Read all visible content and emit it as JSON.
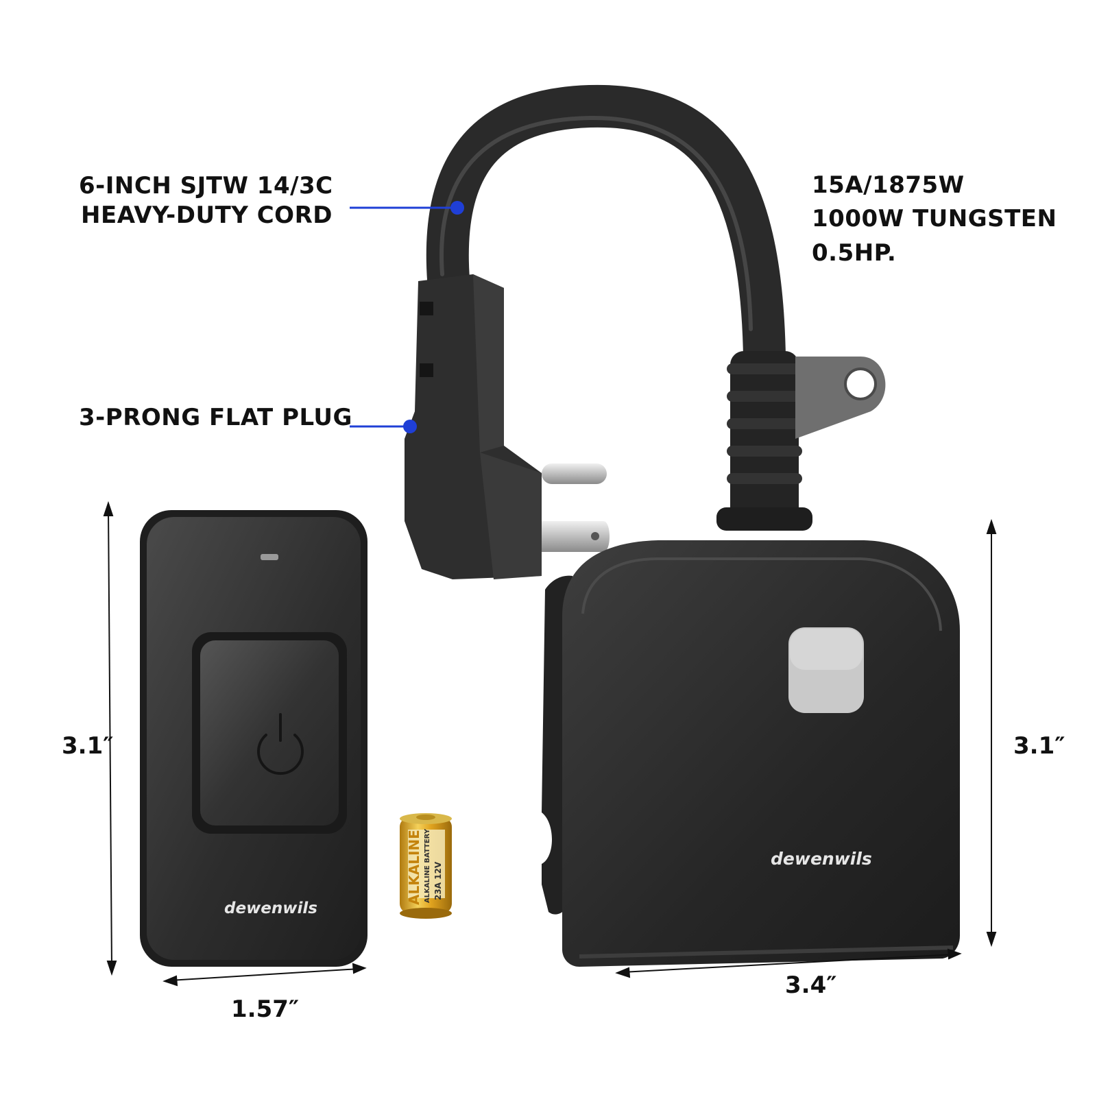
{
  "callouts": {
    "cord_line1": "6-INCH SJTW 14/3C",
    "cord_line2": "HEAVY-DUTY CORD",
    "plug": "3-PRONG FLAT PLUG"
  },
  "specs": {
    "rating": "15A/1875W",
    "tungsten": "1000W TUNGSTEN",
    "horsepower": "0.5HP."
  },
  "dimensions": {
    "remote_height": "3.1″",
    "remote_width": "1.57″",
    "switch_height": "3.1″",
    "switch_width": "3.4″"
  },
  "brand": {
    "remote_logo": "dewenwils",
    "switch_logo": "dewenwils"
  },
  "battery": {
    "main_text": "ALKALINE",
    "sub_text": "ALKALINE BATTERY",
    "model_text": "23A 12V"
  },
  "colors": {
    "callout_blue": "#1f3fd6",
    "device_black": "#2b2b2b",
    "button_gray": "#c9c9c9",
    "battery_gold": "#e0a31f"
  },
  "icons": {
    "remote_power": "power-icon"
  }
}
